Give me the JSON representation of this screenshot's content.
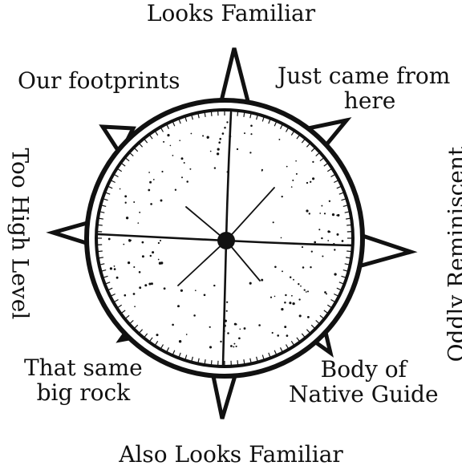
{
  "labels": {
    "north": "Looks Familiar",
    "north_east": [
      "Just came from",
      "here"
    ],
    "east": "Oddly Reminiscent",
    "south_east": [
      "Body of",
      "Native Guide"
    ],
    "south": "Also Looks Familiar",
    "south_west": [
      "That same",
      "big rock"
    ],
    "west": "Too High Level",
    "north_west": "Our footprints"
  },
  "colors": {
    "ink": "#111111",
    "background": "#ffffff"
  },
  "icons": {
    "compass": "compass-rose-icon",
    "needle": "compass-needle-icon"
  }
}
